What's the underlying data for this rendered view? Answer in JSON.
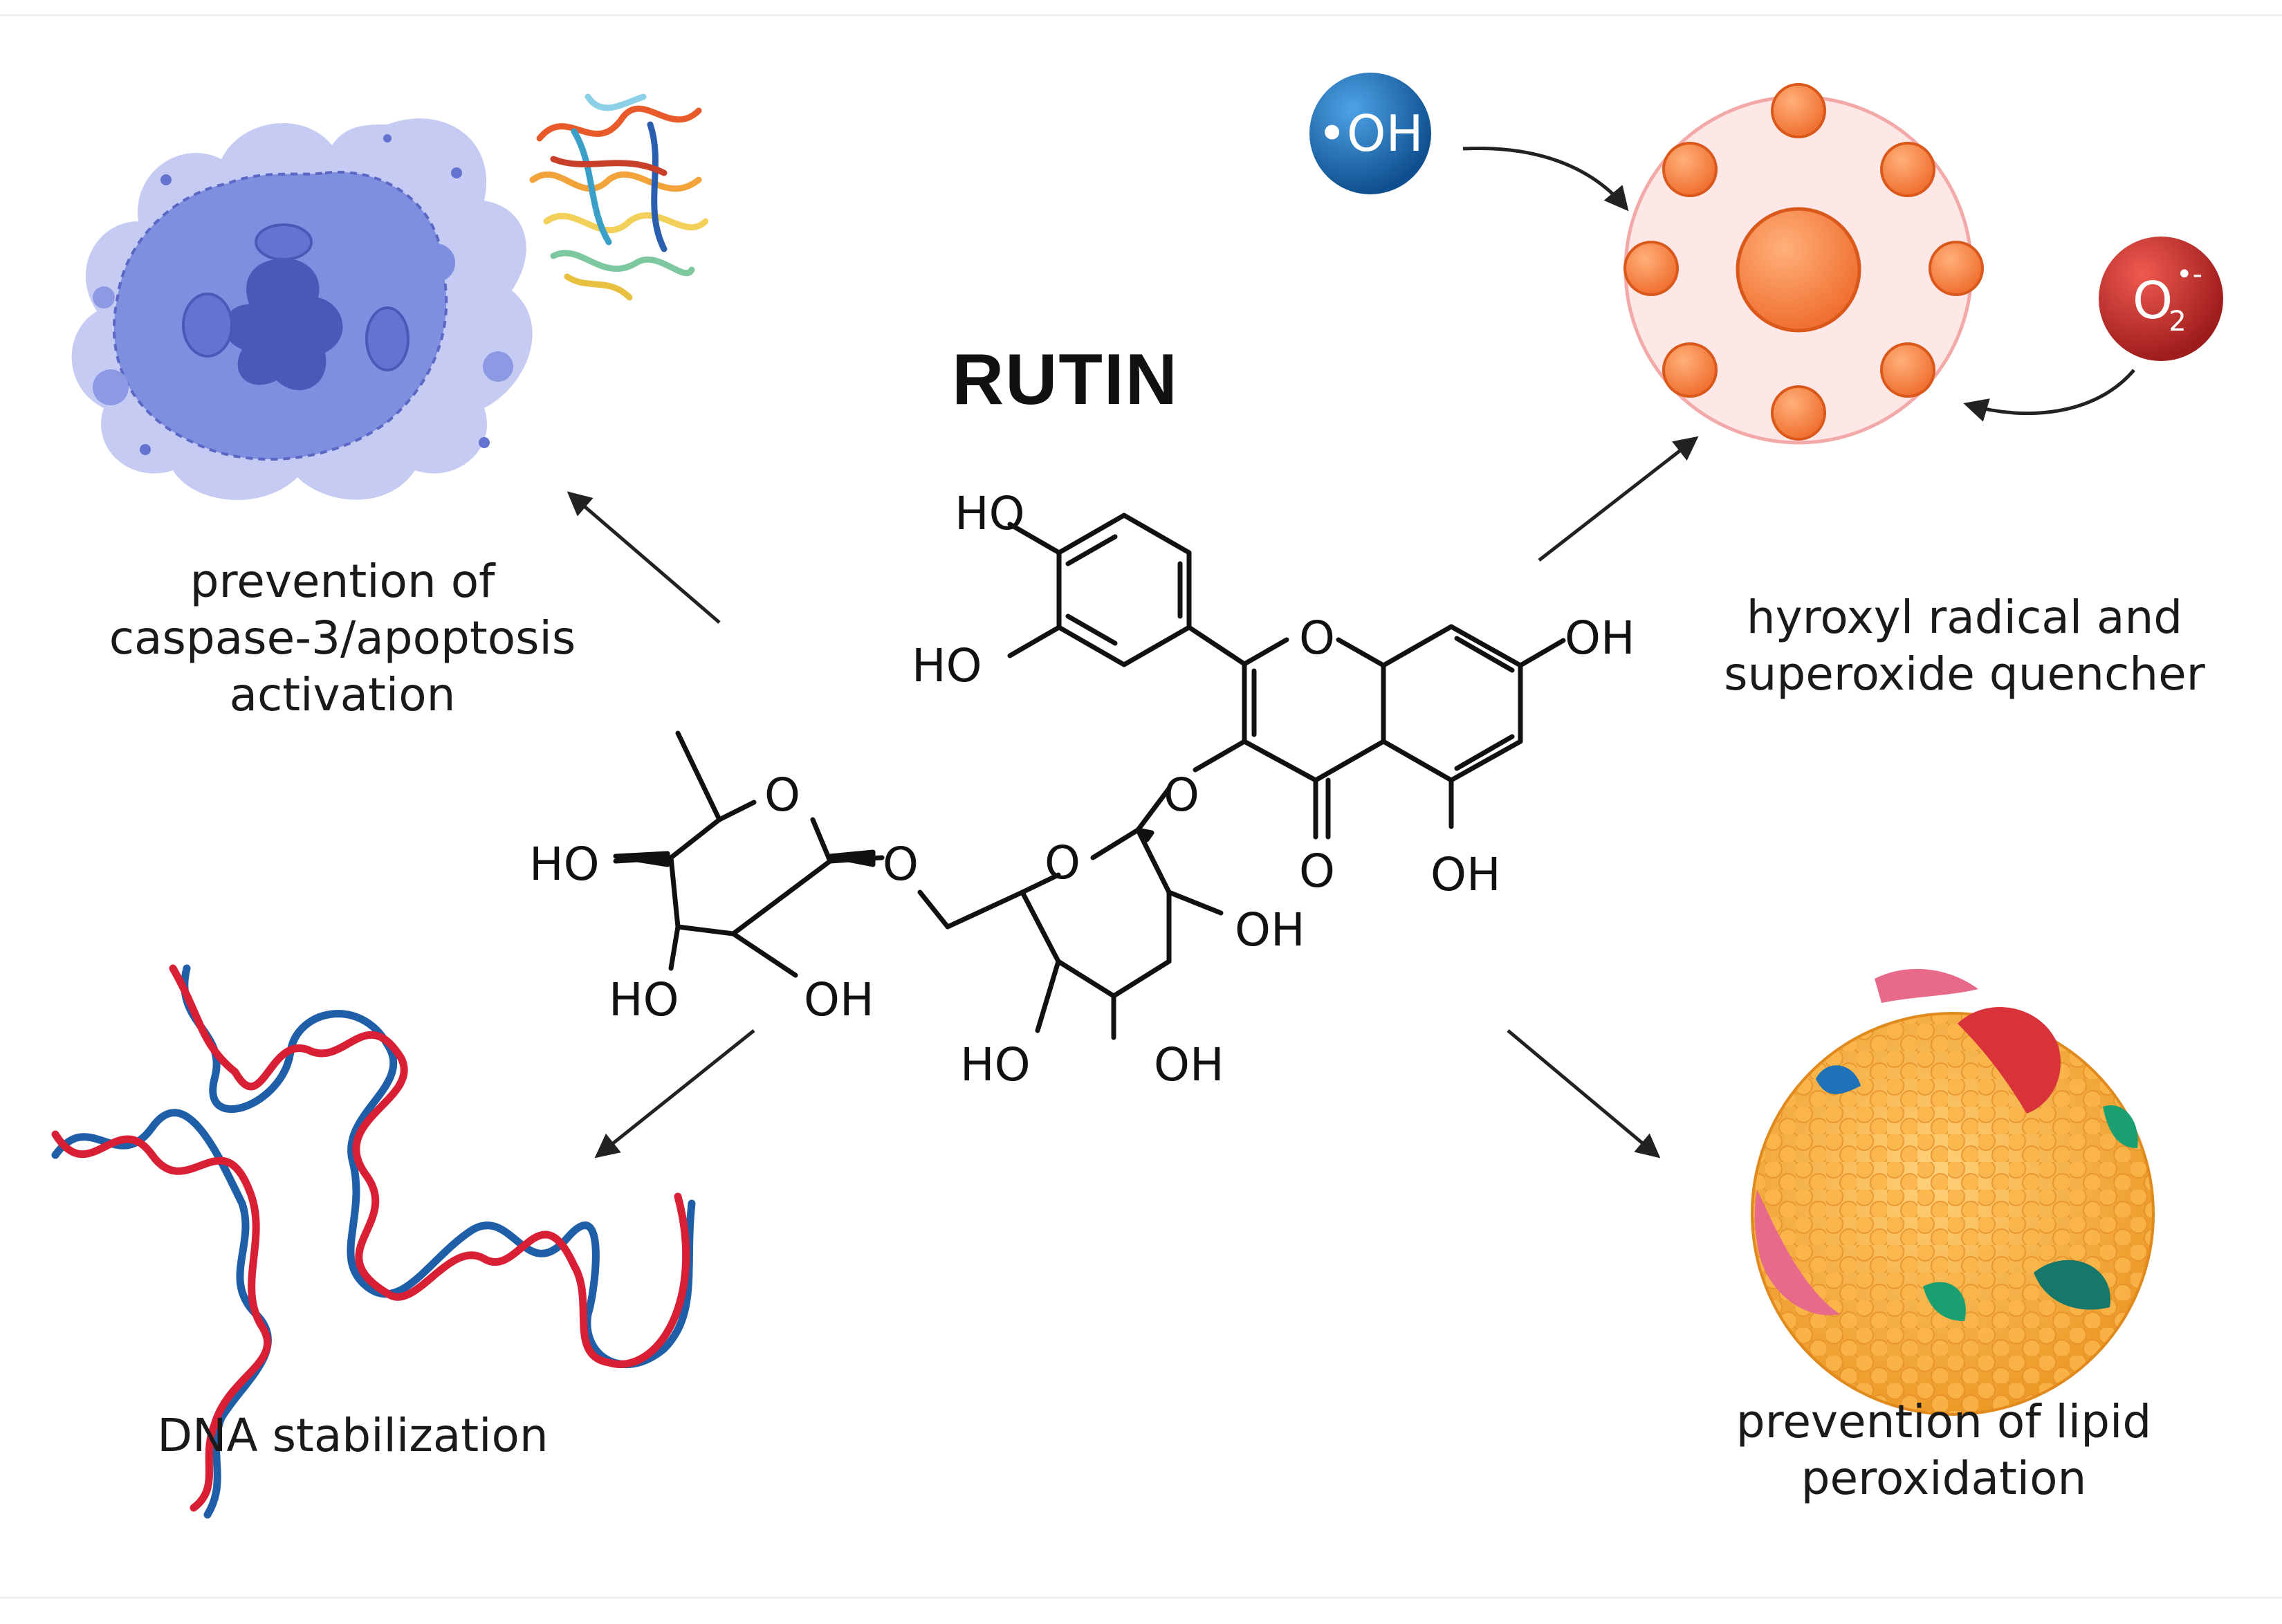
{
  "title": "RUTIN",
  "effects": {
    "apoptosis": {
      "line1": "prevention of",
      "line2": "caspase-3/apoptosis",
      "line3": "activation"
    },
    "quencher": {
      "line1": "hyroxyl radical and",
      "line2": "superoxide quencher"
    },
    "dna": {
      "line1": "DNA stabilization"
    },
    "lipid": {
      "line1": "prevention of lipid",
      "line2": "peroxidation"
    }
  },
  "radicals": {
    "hydroxyl": "•OH",
    "superoxide_base": "O",
    "superoxide_sub": "2",
    "superoxide_sup": "•-"
  },
  "molecule_labels": {
    "ho_top": "HO",
    "ho_mid": "HO",
    "oh_right": "OH",
    "oh_bottom": "OH",
    "o_ring": "O",
    "o_link": "O",
    "o_keto": "O",
    "o_glc_ring": "O",
    "o_glc_link": "O",
    "o_rha_ring": "O",
    "oh_glc_right": "OH",
    "ho_glc_bottom": "HO",
    "oh_glc_bottom": "OH",
    "ho_rha_left": "HO",
    "ho_rha_bottom": "HO",
    "oh_rha_bottom": "OH"
  },
  "colors": {
    "cell": "#7f8fe0",
    "hydroxyl_radical": "#1d6fb5",
    "superoxide_radical": "#c42b2b",
    "quencher": "#f58a4e",
    "dna_red": "#d81f34",
    "dna_blue": "#1f5fa8",
    "lipid": "#f7a93a"
  }
}
